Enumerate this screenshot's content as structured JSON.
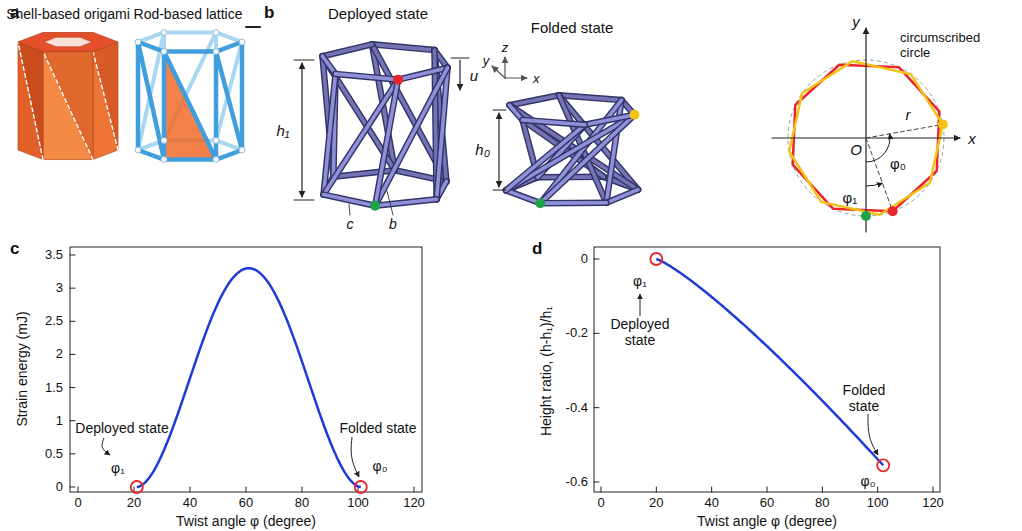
{
  "diagram": {
    "labels": [
      "a",
      "Shell-based origami",
      "Rod-based lattice",
      "b",
      "Deployed state",
      "Folded state",
      "h₁",
      "u",
      "c",
      "b",
      "h₀",
      "z",
      "y",
      "x",
      "circumscribed circle",
      "y",
      "x",
      "O",
      "r",
      "φ₀",
      "φ₁",
      "c",
      "Strain energy (mJ)",
      "3.5",
      "3",
      "2.5",
      "2",
      "1.5",
      "1",
      "0.5",
      "0",
      "0",
      "20",
      "40",
      "60",
      "80",
      "100",
      "120",
      "Twist angle φ (degree)",
      "Deployed state",
      "φ₁",
      "Folded state",
      "φ₀",
      "d",
      "Height ratio, (h-h₁)/h₁",
      "0",
      "-0.2",
      "-0.4",
      "-0.6",
      "0",
      "20",
      "40",
      "60",
      "80",
      "100",
      "120",
      "Twist angle φ (degree)",
      "φ₁",
      "Deployed state",
      "Folded state",
      "φ₀"
    ]
  }
}
